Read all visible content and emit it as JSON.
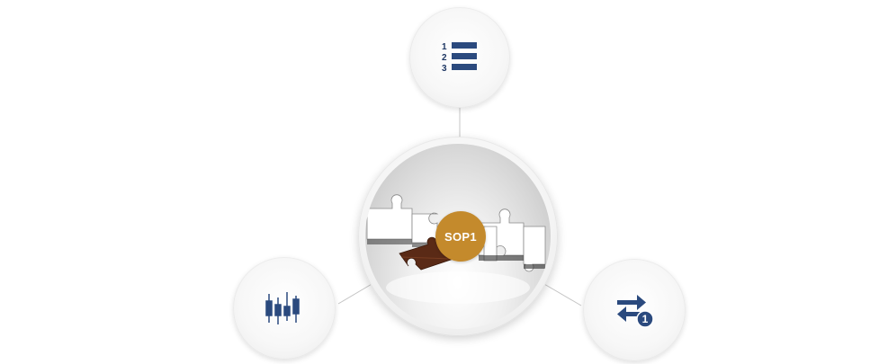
{
  "diagram": {
    "center": {
      "label": "SOP1"
    },
    "nodes": {
      "top": {
        "icon": "numbered-list-icon",
        "numbers": [
          "1",
          "2",
          "3"
        ]
      },
      "left": {
        "icon": "candlestick-icon"
      },
      "right": {
        "icon": "repeat-one-icon",
        "badge_number": "1"
      }
    },
    "colors": {
      "accent": "#c48a2c",
      "icon": "#2b4a7e",
      "connector_gray": "#bdbdbd"
    }
  }
}
